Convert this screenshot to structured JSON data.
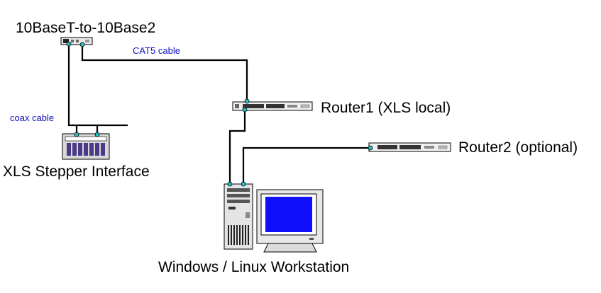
{
  "labels": {
    "converter": "10BaseT-to-10Base2",
    "cat5": "CAT5 cable",
    "coax": "coax cable",
    "stepper": "XLS Stepper Interface",
    "router1": "Router1 (XLS local)",
    "router2": "Router2 (optional)",
    "workstation": "Windows / Linux Workstation"
  },
  "colors": {
    "connector": "#20c0c0",
    "cable_label": "#1010c0",
    "screen": "#1010ff",
    "stepper_slots": "#4a3a88"
  },
  "icons": {
    "converter": "network-converter-icon",
    "router1": "router-icon",
    "router2": "router-icon",
    "stepper": "stepper-interface-icon",
    "tower": "pc-tower-icon",
    "monitor": "crt-monitor-icon"
  }
}
